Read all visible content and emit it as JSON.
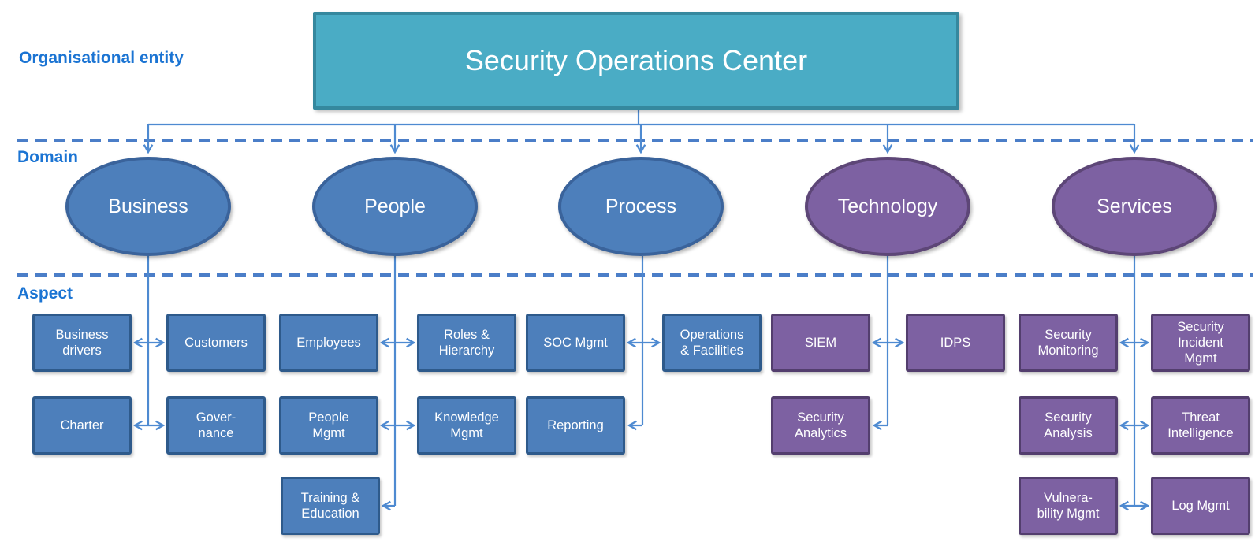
{
  "labels": {
    "organisational_entity": "Organisational entity",
    "domain": "Domain",
    "aspect": "Aspect"
  },
  "root": {
    "title": "Security Operations Center"
  },
  "domains": [
    {
      "id": "business",
      "label": "Business",
      "color_group": "blue"
    },
    {
      "id": "people",
      "label": "People",
      "color_group": "blue"
    },
    {
      "id": "process",
      "label": "Process",
      "color_group": "blue"
    },
    {
      "id": "technology",
      "label": "Technology",
      "color_group": "purple"
    },
    {
      "id": "services",
      "label": "Services",
      "color_group": "purple"
    }
  ],
  "aspects": {
    "business_drivers": "Business\ndrivers",
    "customers": "Customers",
    "charter": "Charter",
    "governance": "Gover-\nnance",
    "employees": "Employees",
    "roles_hierarchy": "Roles &\nHierarchy",
    "people_mgmt": "People\nMgmt",
    "knowledge_mgmt": "Knowledge\nMgmt",
    "training_education": "Training &\nEducation",
    "soc_mgmt": "SOC Mgmt",
    "operations_facilities": "Operations\n& Facilities",
    "reporting": "Reporting",
    "siem": "SIEM",
    "idps": "IDPS",
    "security_analytics": "Security\nAnalytics",
    "security_monitoring": "Security\nMonitoring",
    "security_incident_mgmt": "Security\nIncident\nMgmt",
    "security_analysis": "Security\nAnalysis",
    "threat_intelligence": "Threat\nIntelligence",
    "vulnerability_mgmt": "Vulnera-\nbility Mgmt",
    "log_mgmt": "Log Mgmt"
  },
  "colors": {
    "organisation_box_fill": "#4aacc5",
    "organisation_box_border": "#35889e",
    "blue_fill": "#4d7fbb",
    "blue_border": "#2e5a8b",
    "purple_fill": "#7d61a2",
    "purple_border": "#5d4677",
    "connector_blue": "#4e8ad1",
    "dashed_line_blue": "#4b7ec8",
    "lane_label_blue": "#1b74d3",
    "text_white": "#ffffff"
  }
}
